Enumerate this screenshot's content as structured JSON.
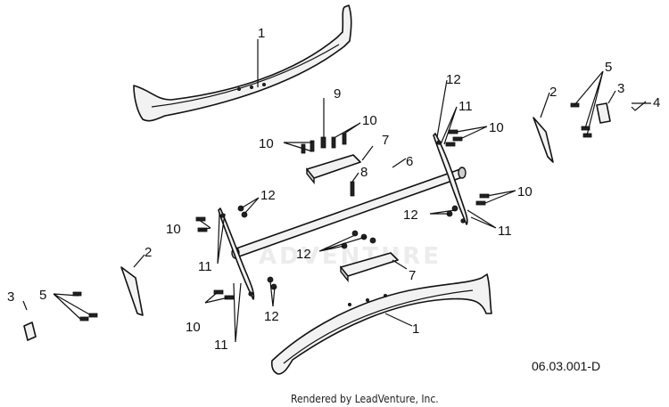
{
  "watermark": "ADVENTURE",
  "drawing_number": "06.03.001-D",
  "credit": "Rendered by LeadVenture, Inc.",
  "callouts": {
    "c1_top": "1",
    "c1_bottom": "1",
    "c2_left": "2",
    "c2_right": "2",
    "c3_left": "3",
    "c3_right": "3",
    "c4": "4",
    "c5_left": "5",
    "c5_right": "5",
    "c6": "6",
    "c7_top": "7",
    "c7_bottom": "7",
    "c8": "8",
    "c9": "9",
    "c10_a": "10",
    "c10_b": "10",
    "c10_c": "10",
    "c10_d": "10",
    "c10_e": "10",
    "c10_f": "10",
    "c11_a": "11",
    "c11_b": "11",
    "c11_c": "11",
    "c11_d": "11",
    "c12_a": "12",
    "c12_b": "12",
    "c12_c": "12",
    "c12_d": "12",
    "c12_e": "12"
  }
}
